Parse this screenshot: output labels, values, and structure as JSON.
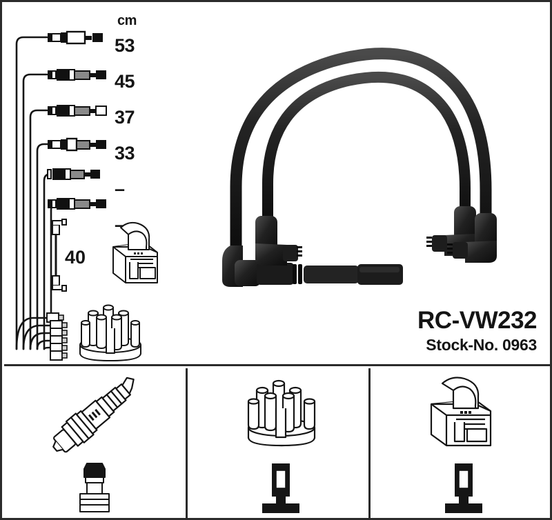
{
  "product": {
    "title": "RC-VW232",
    "stock_label": "Stock-No. 0963"
  },
  "lengths": {
    "unit_header": "cm",
    "rows": [
      {
        "value": "53"
      },
      {
        "value": "45"
      },
      {
        "value": "37"
      },
      {
        "value": "33"
      },
      {
        "value": "–"
      },
      {
        "value": "–"
      }
    ],
    "coil_lead_value": "40"
  },
  "diagram": {
    "cable_color": "#1a1a1a",
    "line_color": "#151515",
    "fill_color": "#ffffff",
    "frame_color": "#2b2b2b"
  },
  "thumbnails": [
    {
      "top_item": "spark-plug",
      "bottom_item": "rubber-boot-connector"
    },
    {
      "top_item": "distributor-cap",
      "bottom_item": "straight-terminal-connector"
    },
    {
      "top_item": "ignition-coil",
      "bottom_item": "straight-terminal-connector"
    }
  ]
}
